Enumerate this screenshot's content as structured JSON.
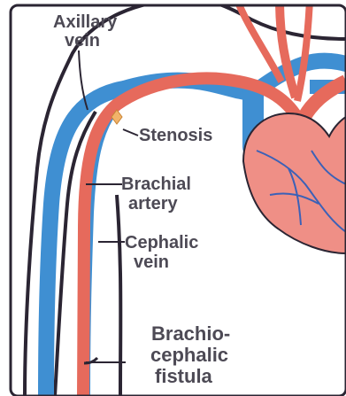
{
  "labels": {
    "axillary_vein_line1": "Axillary",
    "axillary_vein_line2": "vein",
    "stenosis": "Stenosis",
    "brachial_artery_line1": "Brachial",
    "brachial_artery_line2": "artery",
    "cephalic_vein_line1": "Cephalic",
    "cephalic_vein_line2": "vein",
    "fistula_line1": "Brachio-",
    "fistula_line2": "cephalic",
    "fistula_line3": "fistula"
  },
  "colors": {
    "vein": "#3f8fd2",
    "artery": "#e66a5c",
    "heart": "#ef8f86",
    "outline": "#2b2533",
    "label": "#4d4a55",
    "background": "#ffffff",
    "stenosis": "#f2b36a"
  }
}
